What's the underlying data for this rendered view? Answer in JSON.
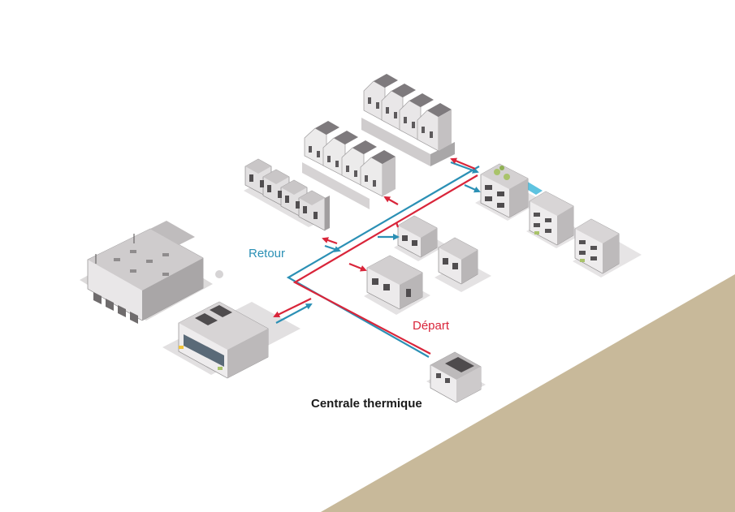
{
  "labels": {
    "return": "Retour",
    "supply": "Départ",
    "plant": "Centrale thermique"
  },
  "colors": {
    "return_pipe": "#2b90b5",
    "supply_pipe": "#d9253a",
    "ground_wedge": "#c8b99a",
    "label_dark": "#1a1a1a"
  },
  "buildings": [
    "terraced-houses-rear",
    "terraced-houses-front",
    "townhouses",
    "apartment-block-rooftop-garden",
    "apartment-block-1",
    "apartment-block-2",
    "detached-house-1",
    "detached-house-2",
    "detached-house-3",
    "warehouse",
    "office-building",
    "thermal-plant"
  ]
}
